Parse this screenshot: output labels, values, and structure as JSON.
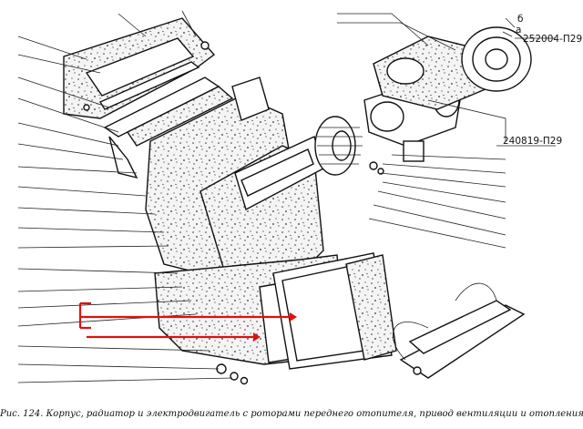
{
  "part_codes": {
    "top_right": "252004-П29",
    "middle_right": "240819-П29"
  },
  "callout_letters": {
    "a": "а",
    "b": "б"
  },
  "caption": "Рис. 124. Корпус, радиатор и электродвигатель с роторами переднего отопителя, привод вентиляции и отопления",
  "colors": {
    "highlight": "#e01010",
    "ink": "#111111",
    "paper": "#ffffff"
  }
}
